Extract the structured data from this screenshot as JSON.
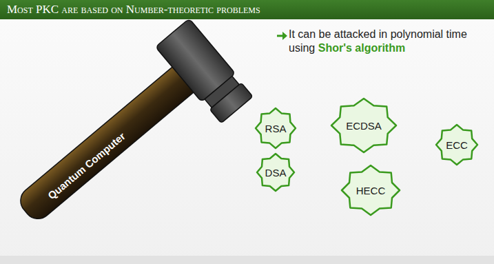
{
  "diagram": {
    "title": "Most PKC are based on Number-theoretic problems",
    "nodes": [
      {
        "text": [
          "RSA"
        ]
      },
      {
        "text": [
          "ECDSA"
        ]
      },
      {
        "text": [
          "ECC"
        ]
      },
      {
        "text": [
          "DSA"
        ]
      },
      {
        "text": [
          "HECC"
        ]
      }
    ],
    "labels": [
      "It can be attacked in polynomial time using",
      "Shor's algorithm",
      "Quantum Computer"
    ]
  }
}
